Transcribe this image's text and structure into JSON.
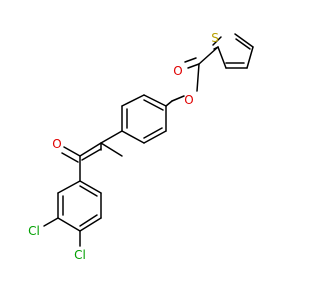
{
  "molecule": {
    "atoms": [
      {
        "key": "sulfur",
        "symbol": "S",
        "color": "#b8a000"
      },
      {
        "key": "carbonyl-oxygen-ester",
        "symbol": "O",
        "color": "#e00000"
      },
      {
        "key": "ester-oxygen",
        "symbol": "O",
        "color": "#e00000"
      },
      {
        "key": "ketone-oxygen",
        "symbol": "O",
        "color": "#e00000"
      },
      {
        "key": "chlorine-meta",
        "symbol": "Cl",
        "color": "#00a000"
      },
      {
        "key": "chlorine-para",
        "symbol": "Cl",
        "color": "#00a000"
      }
    ],
    "bond_color": "#000000"
  }
}
